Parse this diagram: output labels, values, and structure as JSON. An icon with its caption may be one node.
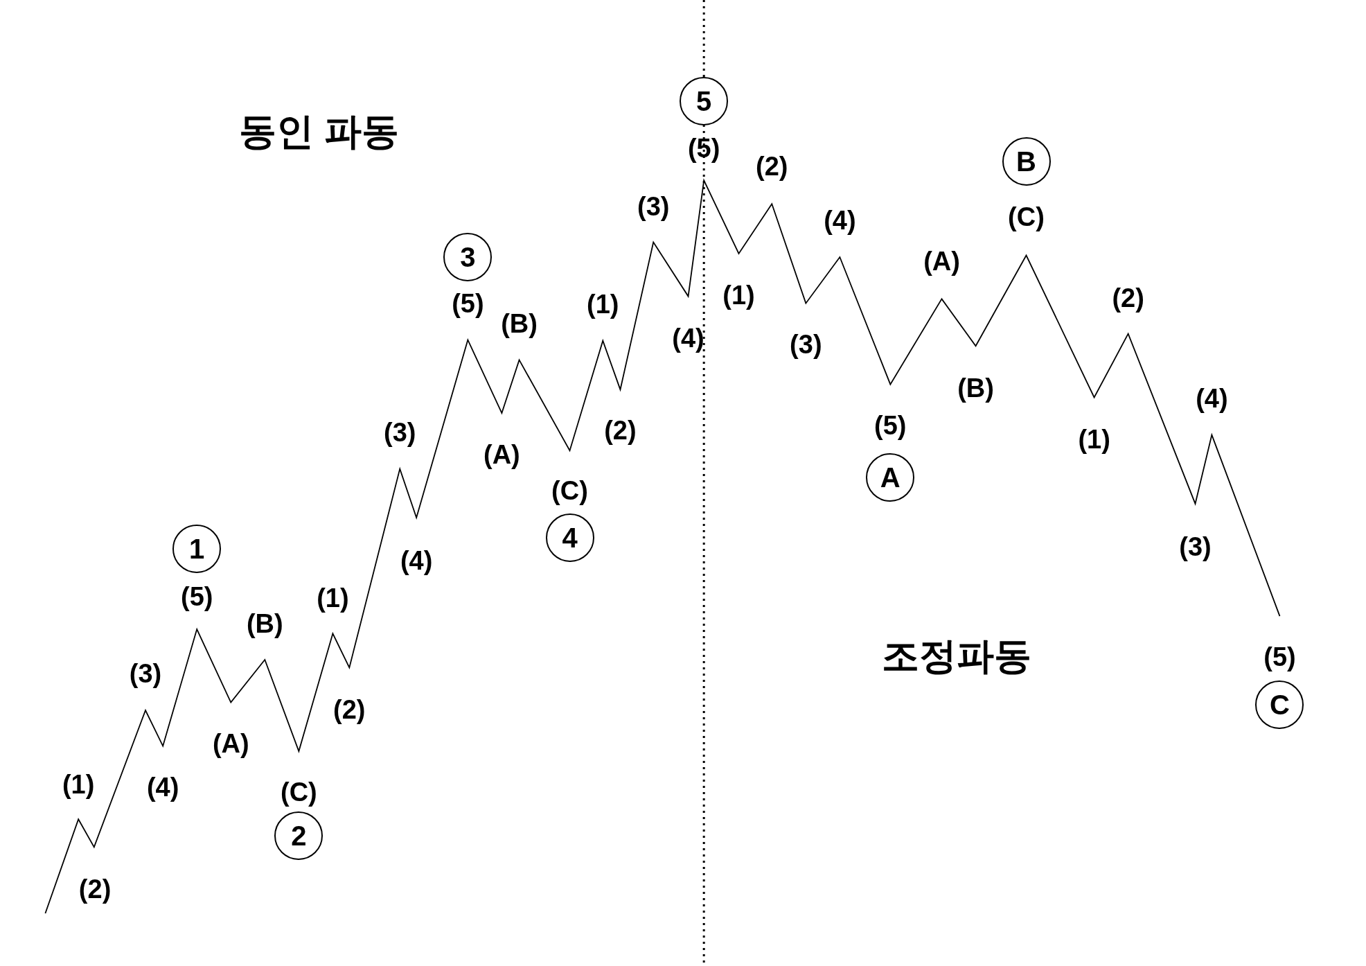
{
  "diagram": {
    "nodes": [
      {
        "text": [
          "1"
        ]
      },
      {
        "text": [
          "2"
        ]
      },
      {
        "text": [
          "3"
        ]
      },
      {
        "text": [
          "4"
        ]
      },
      {
        "text": [
          "5"
        ]
      },
      {
        "text": [
          "A"
        ]
      },
      {
        "text": [
          "B"
        ]
      },
      {
        "text": [
          "C"
        ]
      }
    ],
    "edges": [],
    "labels": [
      "동인 파동",
      "조정파동",
      "(1)",
      "(2)",
      "(3)",
      "(4)",
      "(5)",
      "(B)",
      "(A)",
      "(C)",
      "(1)",
      "(2)",
      "(3)",
      "(4)",
      "(5)",
      "(B)",
      "(A)",
      "(C)",
      "(1)",
      "(2)",
      "(3)",
      "(4)",
      "(5)",
      "(1)",
      "(2)",
      "(3)",
      "(4)",
      "(5)",
      "(A)",
      "(B)",
      "(C)",
      "(1)",
      "(2)",
      "(3)",
      "(4)",
      "(5)"
    ]
  }
}
